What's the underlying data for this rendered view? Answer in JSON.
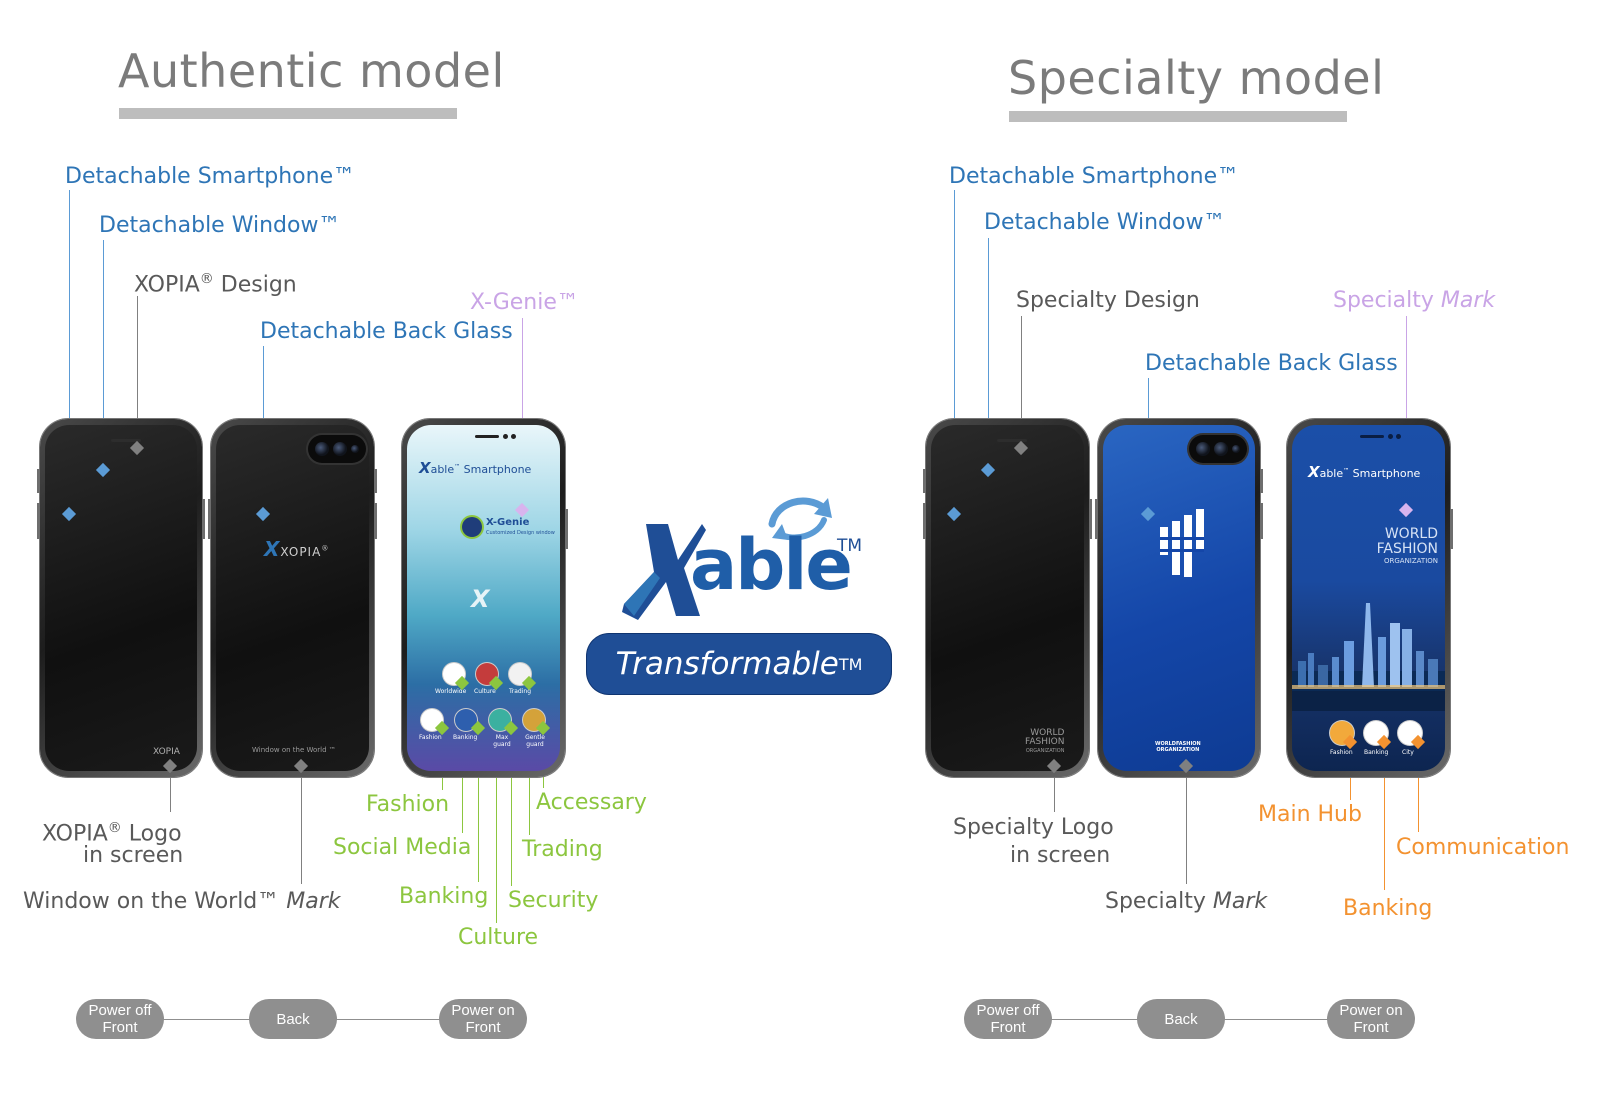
{
  "left": {
    "title": "Authentic model",
    "labels": {
      "detachable_smartphone": "Detachable Smartphone™",
      "detachable_window": "Detachable Window™",
      "xopia_design_name": "XOPIA",
      "reg": "®",
      "xopia_design_suffix": "Design",
      "detachable_back_glass": "Detachable Back Glass",
      "x_genie": "X-Genie™",
      "xopia_logo_name": "XOPIA",
      "xopia_logo_suffix": "Logo",
      "in_screen": "in screen",
      "window_mark": "Window on the World™",
      "mark": "Mark",
      "fashion": "Fashion",
      "accessary": "Accessary",
      "social_media": "Social Media",
      "trading": "Trading",
      "banking": "Banking",
      "security": "Security",
      "culture": "Culture"
    },
    "phone1": {
      "logo": "XOPIA"
    },
    "phone2": {
      "logo": "XOPIA",
      "reg": "®",
      "mark": "Window on the World ™"
    },
    "phone3": {
      "brand": "able",
      "brand_tm": "™",
      "brand_suffix": "Smartphone",
      "genie_title": "X-Genie",
      "genie_sub": "Customized Design window",
      "apps_row1": [
        "Worldwide",
        "Culture",
        "Trading"
      ],
      "apps_row2": [
        "Fashion",
        "Banking",
        "Max guard",
        "Gentle guard"
      ]
    },
    "flow": [
      "Power off Front",
      "Back",
      "Power on Front"
    ]
  },
  "center": {
    "logo_text": "able",
    "logo_tm": "TM",
    "badge_text": "Transformable",
    "badge_tm": "TM"
  },
  "right": {
    "title": "Specialty model",
    "labels": {
      "detachable_smartphone": "Detachable Smartphone™",
      "detachable_window": "Detachable Window™",
      "specialty_design": "Specialty Design",
      "specialty_mark_prefix": "Specialty",
      "mark": "Mark",
      "detachable_back_glass": "Detachable Back Glass",
      "specialty_logo": "Specialty Logo",
      "in_screen": "in screen",
      "specialty_mark_bottom_prefix": "Specialty",
      "main_hub": "Main Hub",
      "communication": "Communication",
      "banking": "Banking"
    },
    "phone1": {
      "logo_line1": "WORLD",
      "logo_line2": "FASHION",
      "logo_line3": "ORGANIZATION"
    },
    "phone2": {
      "mark_line1": "WORLDFASHION",
      "mark_line2": "ORGANIZATION"
    },
    "phone3": {
      "brand": "able",
      "brand_tm": "™",
      "brand_suffix": "Smartphone",
      "wfo_line1": "WORLD",
      "wfo_line2": "FASHION",
      "wfo_line3": "ORGANIZATION",
      "apps": [
        "Fashion",
        "Banking",
        "City"
      ]
    },
    "flow": [
      "Power off Front",
      "Back",
      "Power on Front"
    ]
  },
  "colors": {
    "blue_label": "#2e75b6",
    "gray_label": "#595959",
    "lilac_label": "#c9a4e6",
    "green_label": "#8cc63f",
    "orange_label": "#f39230",
    "brand_blue": "#1f4e96"
  }
}
